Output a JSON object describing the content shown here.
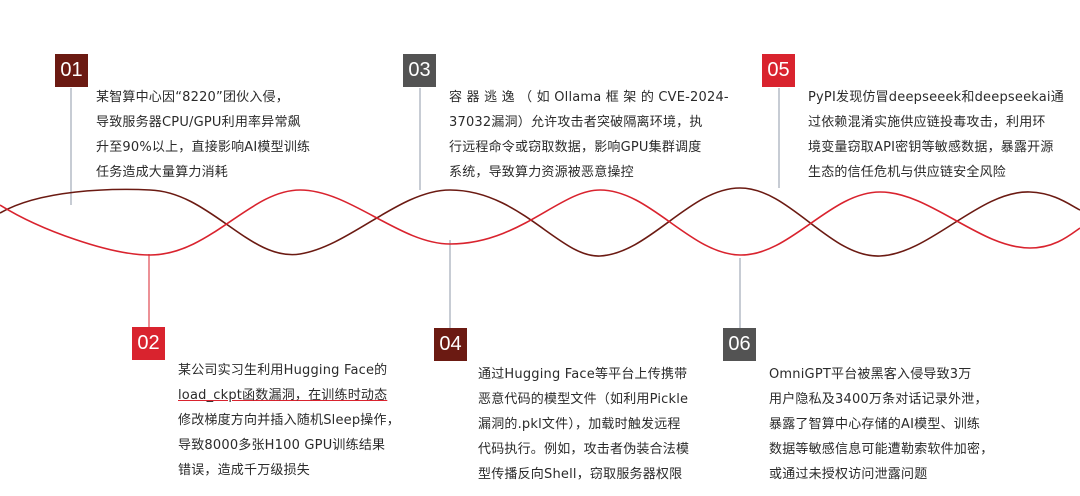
{
  "colors": {
    "dark_red": "#6b1a12",
    "gray": "#535353",
    "red": "#d9232e",
    "connector": "#8f9aa8"
  },
  "events": [
    {
      "num": "01",
      "lines": [
        "某智算中心因“8220”团伙入侵，",
        "导致服务器CPU/GPU利用率异常飙",
        "升至90%以上，直接影响AI模型训练",
        "任务造成大量算力消耗"
      ]
    },
    {
      "num": "02",
      "lines": [
        "某公司实习生利用Hugging  Face的",
        "load_ckpt函数漏洞，在训练时动态",
        "修改梯度方向并插入随机Sleep操作，",
        "导致8000多张H100  GPU训练结果",
        "错误，造成千万级损失"
      ]
    },
    {
      "num": "03",
      "lines": [
        "容 器 逃 逸 （ 如 Ollama 框 架 的 CVE-2024-",
        "37032漏洞）允许攻击者突破隔离环境，执",
        "行远程命令或窃取数据，影响GPU集群调度",
        "系统，导致算力资源被恶意操控"
      ]
    },
    {
      "num": "04",
      "lines": [
        "通过Hugging  Face等平台上传携带",
        "恶意代码的模型文件（如利用Pickle",
        "漏洞的.pkl文件），加载时触发远程",
        "代码执行。例如，攻击者伪装合法模",
        "型传播反向Shell，窃取服务器权限"
      ]
    },
    {
      "num": "05",
      "lines": [
        "PyPI发现仿冒deepseeek和deepseekai通",
        "过依赖混淆实施供应链投毒攻击，利用环",
        "境变量窃取API密钥等敏感数据，暴露开源",
        "生态的信任危机与供应链安全风险"
      ]
    },
    {
      "num": "06",
      "lines": [
        "OmniGPT平台被黑客入侵导致3万",
        "用户隐私及3400万条对话记录外泄，",
        "暴露了智算中心存储的AI模型、训练",
        "数据等敏感信息可能遭勒索软件加密，",
        "或通过未授权访问泄露问题"
      ]
    }
  ]
}
